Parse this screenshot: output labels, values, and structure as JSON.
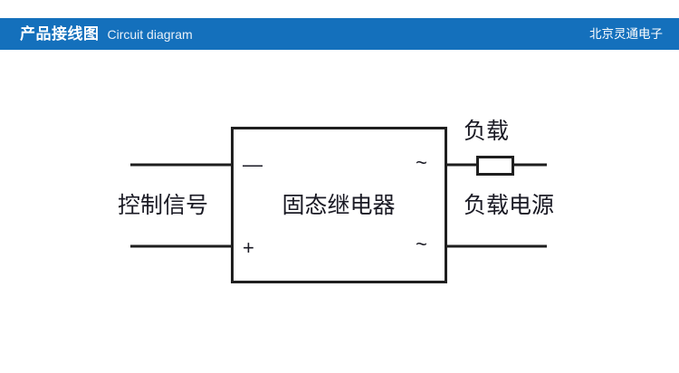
{
  "header": {
    "title_cn": "产品接线图",
    "title_en": "Circuit diagram",
    "brand": "北京灵通电子",
    "background_color": "#1470bc",
    "text_color": "#ffffff"
  },
  "diagram": {
    "line_color": "#1f1f1f",
    "text_color": "#1a1a24",
    "relay_box_label": "固态继电器",
    "left_label": "控制信号",
    "load_label": "负载",
    "load_power_label": "负载电源",
    "terminals": {
      "input_negative": "—",
      "input_positive": "+",
      "output_ac_top": "~",
      "output_ac_bottom": "~"
    }
  }
}
